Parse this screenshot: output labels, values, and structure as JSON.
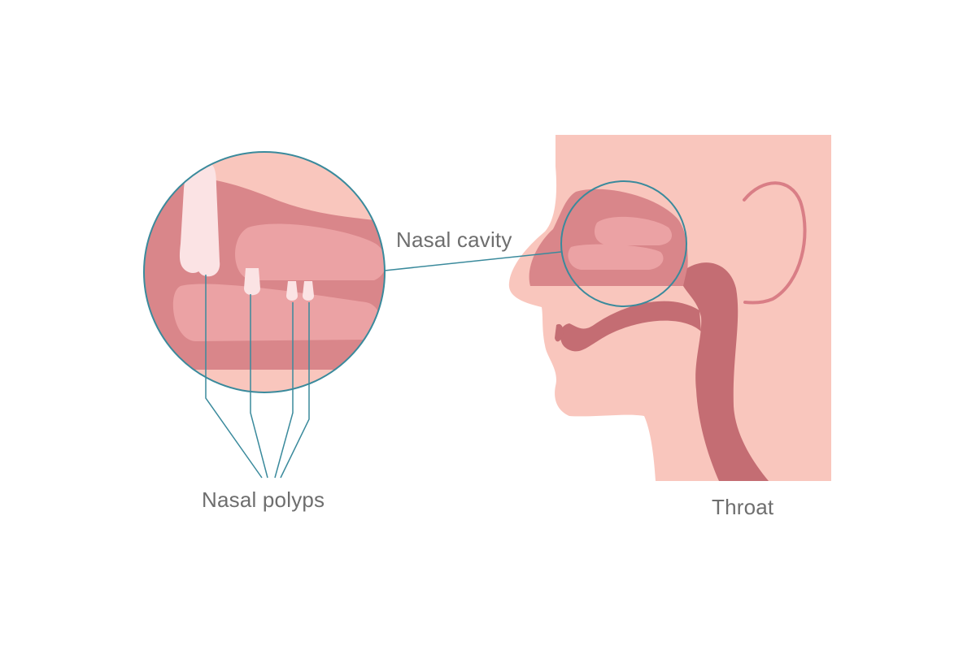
{
  "labels": {
    "nasal_cavity": "Nasal cavity",
    "nasal_polyps": "Nasal polyps",
    "throat": "Throat"
  },
  "colors": {
    "background": "#ffffff",
    "skin": "#f9c6bd",
    "tissue_dark": "#d9868a",
    "airway": "#c46d73",
    "tissue_light": "#eba2a4",
    "polyp": "#fbe3e4",
    "leader_line": "#3a8a9c",
    "label_text": "#6e6e6e"
  }
}
